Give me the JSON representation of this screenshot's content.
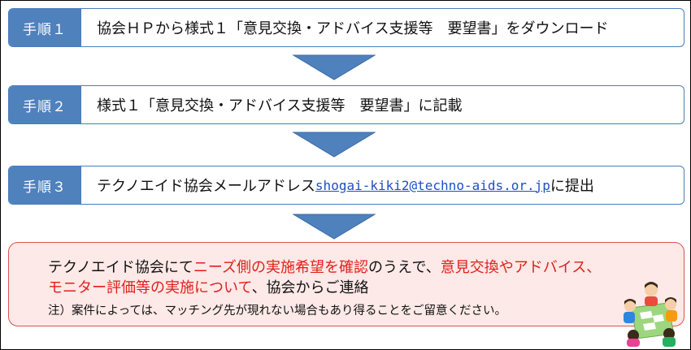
{
  "steps": [
    {
      "tab": "手順１",
      "text": "協会ＨＰから様式１「意見交換・アドバイス支援等　要望書」をダウンロード"
    },
    {
      "tab": "手順２",
      "text": "様式１「意見交換・アドバイス支援等　要望書」に記載"
    },
    {
      "tab": "手順３",
      "text_before": "テクノエイド協会メールアドレス",
      "email": "shogai-kiki2@techno-aids.or.jp",
      "text_after": "に提出"
    }
  ],
  "result": {
    "line1_a": "テクノエイド協会にて",
    "line1_b": "ニーズ側の実施希望を確認",
    "line1_c": "のうえで、",
    "line1_d": "意見交換やアドバイス、",
    "line2_a": "モニター評価等の実施について",
    "line2_b": "、協会からご連絡",
    "note": "注）案件によっては、マッチング先が現れない場合もあり得ることをご留意ください。"
  },
  "colors": {
    "step_tab": "#4f81bd",
    "step_border": "#4a7ebb",
    "arrow": "#4f81bd",
    "result_bg": "#fde9e7",
    "result_border": "#d9534f",
    "highlight_text": "#e0201b",
    "email_link": "#1f4fbf"
  },
  "icons": {
    "arrows": "down-arrow-icon",
    "illustration": "meeting-people-illustration"
  }
}
